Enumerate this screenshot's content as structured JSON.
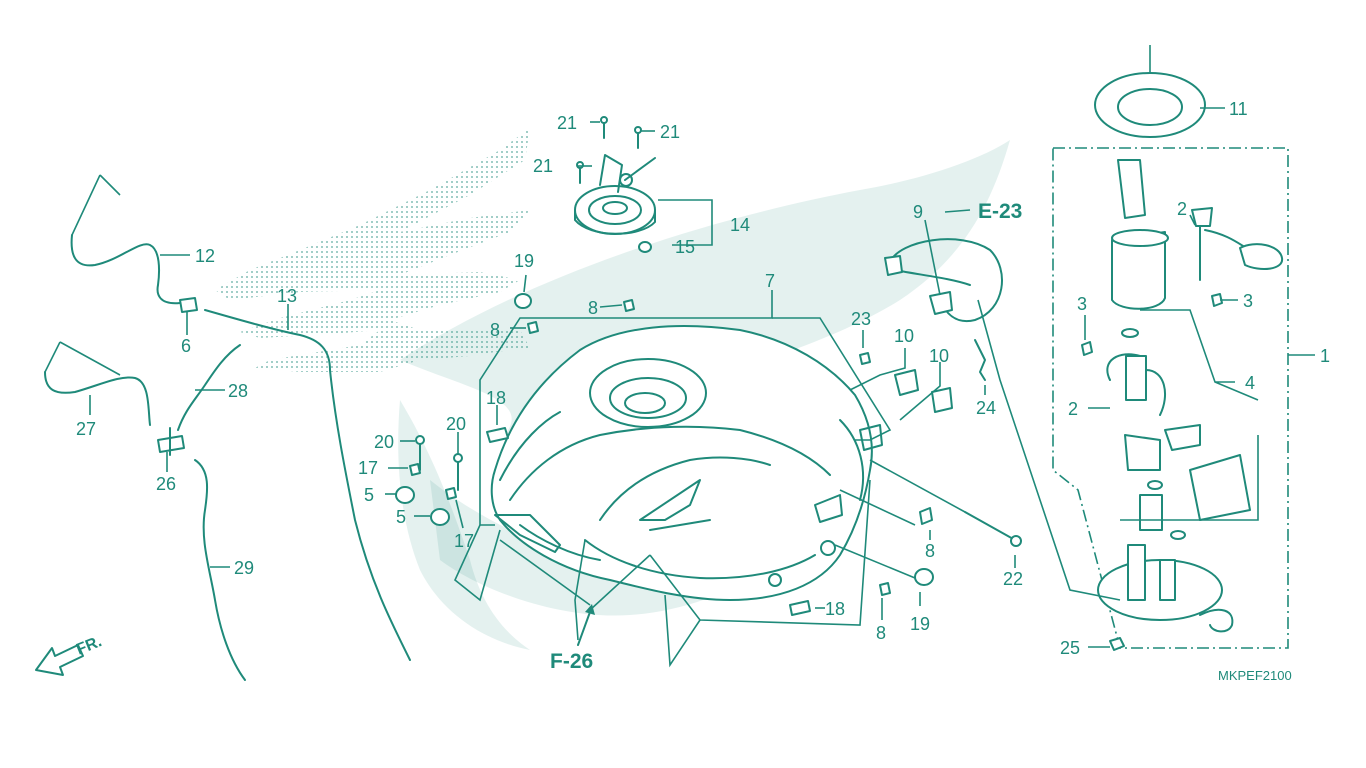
{
  "diagram": {
    "code": "MKPEF2100",
    "direction_label": "FR.",
    "references": [
      "E-23",
      "F-26"
    ],
    "callouts": {
      "c1": "1",
      "c2a": "2",
      "c2b": "2",
      "c3a": "3",
      "c3b": "3",
      "c4": "4",
      "c5a": "5",
      "c5b": "5",
      "c6": "6",
      "c7": "7",
      "c8a": "8",
      "c8b": "8",
      "c8c": "8",
      "c8d": "8",
      "c9": "9",
      "c10a": "10",
      "c10b": "10",
      "c11": "11",
      "c12": "12",
      "c13": "13",
      "c14": "14",
      "c15": "15",
      "c17a": "17",
      "c17b": "17",
      "c18a": "18",
      "c18b": "18",
      "c19a": "19",
      "c19b": "19",
      "c20a": "20",
      "c20b": "20",
      "c21a": "21",
      "c21b": "21",
      "c21c": "21",
      "c22": "22",
      "c23": "23",
      "c24": "24",
      "c25": "25",
      "c26": "26",
      "c27": "27",
      "c28": "28",
      "c29": "29"
    },
    "colors": {
      "line": "#1f8a7a",
      "background": "#ffffff",
      "watermark": "#1f8a7a"
    },
    "icons": [
      "honda-wing-watermark",
      "front-direction-arrow"
    ]
  }
}
